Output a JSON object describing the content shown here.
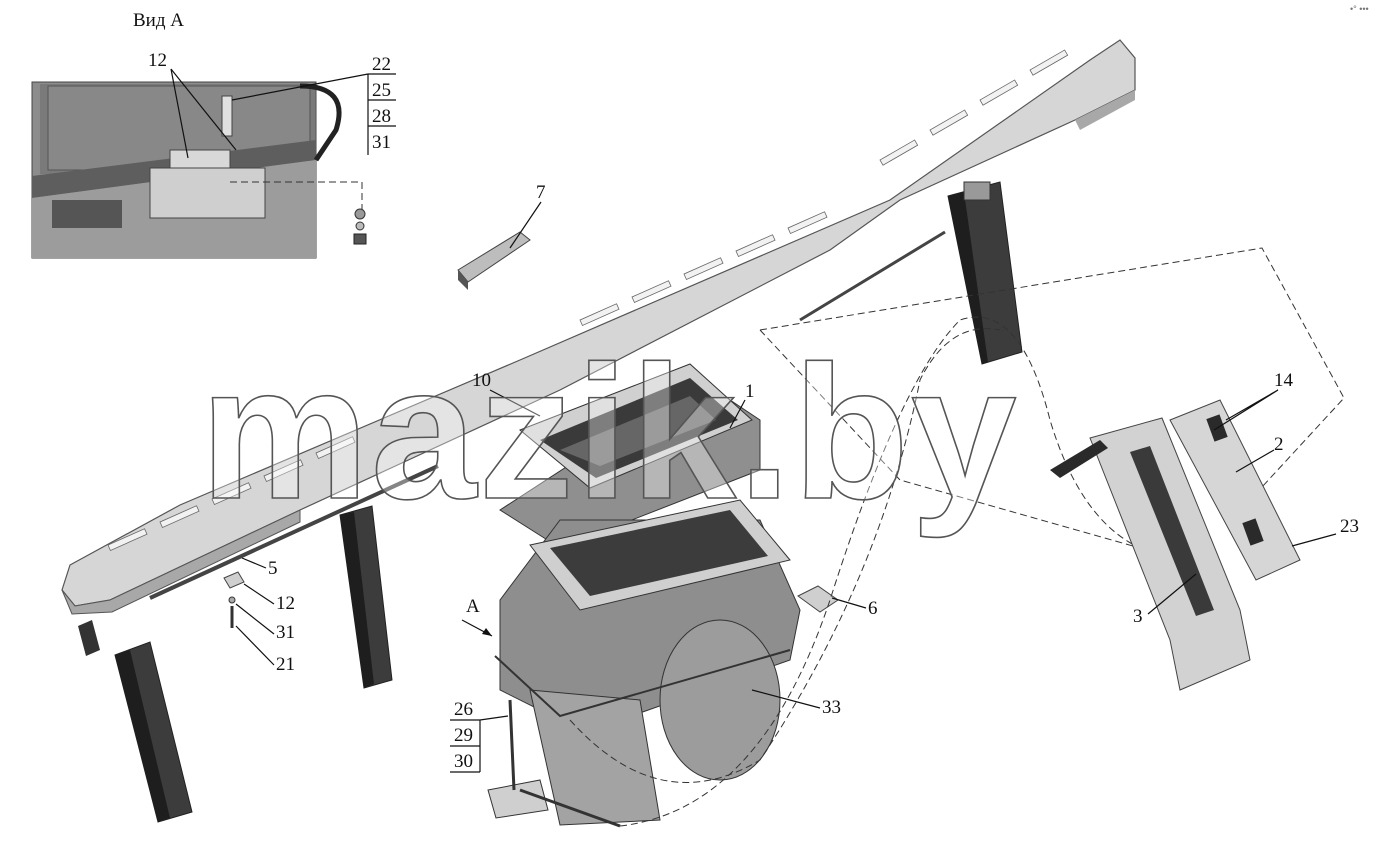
{
  "view": {
    "title": "Вид А",
    "view_marker": "А"
  },
  "callouts": {
    "c1": "1",
    "c2": "2",
    "c3": "3",
    "c5": "5",
    "c6": "6",
    "c7": "7",
    "c10": "10",
    "c12_inset": "12",
    "c12": "12",
    "c14": "14",
    "c21": "21",
    "c22": "22",
    "c23": "23",
    "c25": "25",
    "c28": "28",
    "c31_inset": "31",
    "c31": "31",
    "c26": "26",
    "c29": "29",
    "c30": "30",
    "c33": "33"
  },
  "watermark": "mazik.by",
  "corner_mark": "•° •••",
  "colors": {
    "part_fill": "#d6d6d6",
    "part_dark": "#6e6e6e",
    "part_shade": "#a8a8a8",
    "inset_bg": "#8a8a8a"
  }
}
